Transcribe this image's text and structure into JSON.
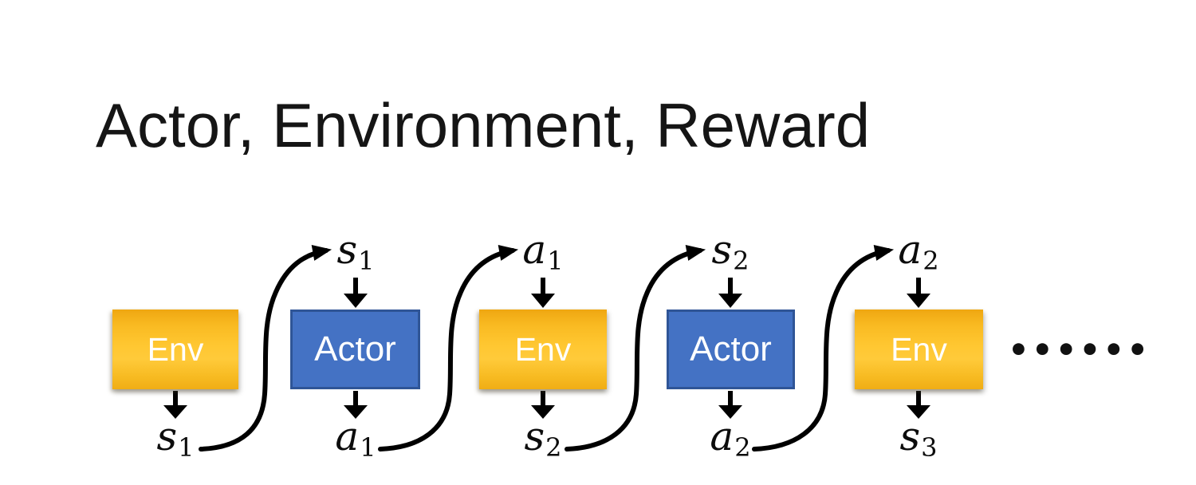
{
  "title": "Actor, Environment, Reward",
  "diagram": {
    "boxes": [
      {
        "label": "Env"
      },
      {
        "label": "Actor"
      },
      {
        "label": "Env"
      },
      {
        "label": "Actor"
      },
      {
        "label": "Env"
      }
    ],
    "top_labels": [
      {
        "base": "s",
        "sub": "1"
      },
      {
        "base": "a",
        "sub": "1"
      },
      {
        "base": "s",
        "sub": "2"
      },
      {
        "base": "a",
        "sub": "2"
      }
    ],
    "bottom_labels": [
      {
        "base": "s",
        "sub": "1"
      },
      {
        "base": "a",
        "sub": "1"
      },
      {
        "base": "s",
        "sub": "2"
      },
      {
        "base": "a",
        "sub": "2"
      },
      {
        "base": "s",
        "sub": "3"
      }
    ],
    "ellipsis": "••••••"
  },
  "colors": {
    "title": "#151515",
    "env_grad_top": "#efa611",
    "env_grad_mid": "#ffc731",
    "env_grad_bottom": "#f0ad15",
    "actor_fill": "#4472c4",
    "actor_border": "#2f5597",
    "box_text": "#ffffff",
    "arrow": "#000000"
  }
}
